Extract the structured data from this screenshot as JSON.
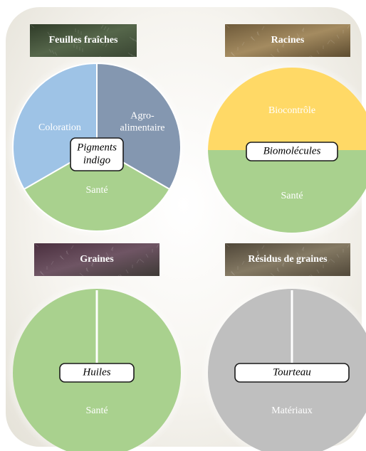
{
  "quadrants": [
    {
      "banner": "Feuilles fraîches",
      "center_label": "Pigments\nindigo",
      "segments": [
        {
          "label": "Coloration",
          "color": "#9ec3e6"
        },
        {
          "label": "Agro-\nalimentaire",
          "color": "#8497b0"
        },
        {
          "label": "Santé",
          "color": "#a9d18e"
        }
      ]
    },
    {
      "banner": "Racines",
      "center_label": "Biomolécules",
      "segments": [
        {
          "label": "Biocontrôle",
          "color": "#ffd966"
        },
        {
          "label": "Santé",
          "color": "#a9d18e"
        }
      ]
    },
    {
      "banner": "Graines",
      "center_label": "Huiles",
      "segments": [
        {
          "label": "Santé",
          "color": "#a9d18e"
        }
      ]
    },
    {
      "banner": "Résidus de graines",
      "center_label": "Tourteau",
      "segments": [
        {
          "label": "Matériaux",
          "color": "#bfbfbf"
        }
      ]
    }
  ]
}
